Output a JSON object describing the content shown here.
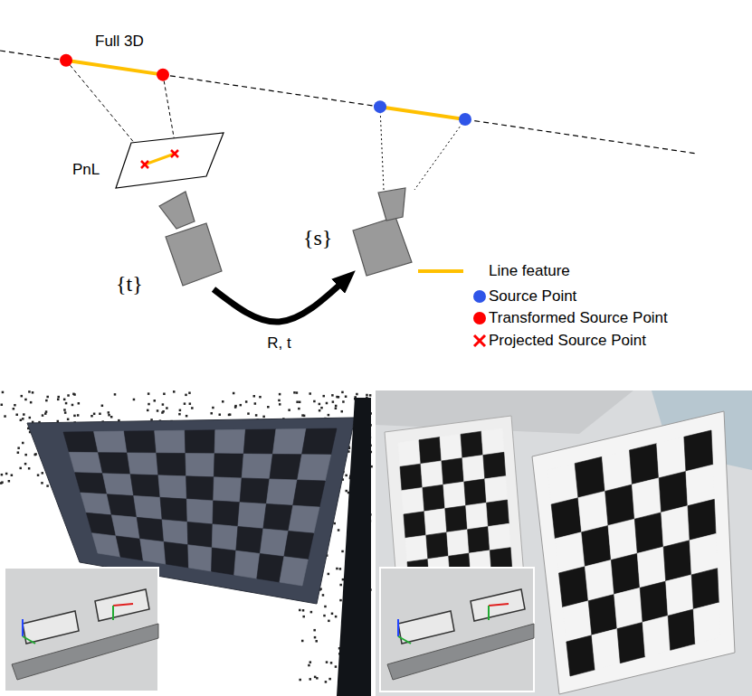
{
  "diagram": {
    "nodes": [
      {
        "text": [
          "{t}"
        ]
      },
      {
        "text": [
          "{s}"
        ]
      }
    ],
    "edges": [
      {
        "from": 0,
        "to": 1,
        "arrow": "to",
        "label": "R, t"
      }
    ],
    "labels": [
      "Full 3D",
      "PnL"
    ],
    "legend": [
      {
        "text": "Line feature"
      },
      {
        "text": "Source Point"
      },
      {
        "text": "Transformed Source Point"
      },
      {
        "text": "Projected Source Point"
      }
    ]
  }
}
